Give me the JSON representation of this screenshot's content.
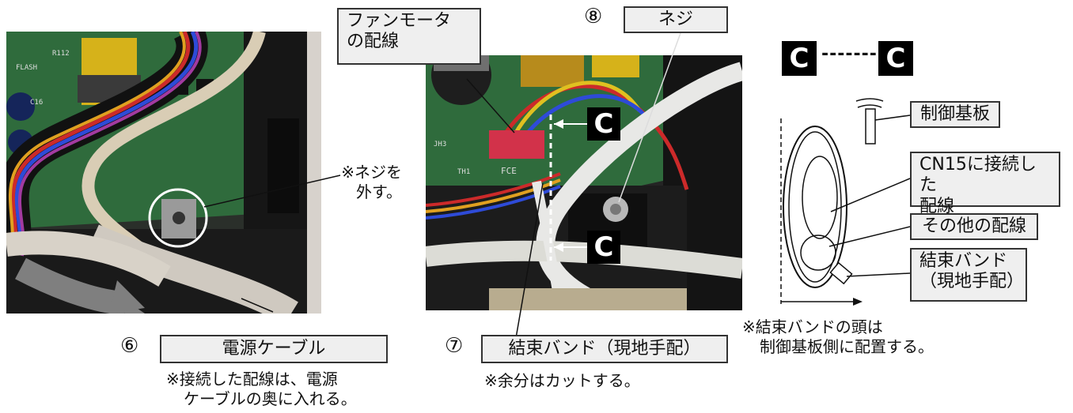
{
  "left": {
    "screw_note": [
      "※ネジを",
      "外す。"
    ],
    "step_number": "⑥",
    "cable_label": "電源ケーブル",
    "cable_note": [
      "※接続した配線は、電源",
      "ケーブルの奥に入れる。"
    ],
    "board_text": [
      "FLASH",
      "R112",
      "C16"
    ]
  },
  "middle": {
    "fan_label": [
      "ファンモータ",
      "の配線"
    ],
    "screw_step_number": "⑧",
    "screw_label": "ネジ",
    "band_step_number": "⑦",
    "band_label": "結束バンド（現地手配）",
    "band_note": "※余分はカットする。",
    "c_marker": "C",
    "board_text": [
      "FCE",
      "TH1",
      "JH3"
    ]
  },
  "right": {
    "c_left": "C",
    "c_right": "C",
    "dashes": "-------",
    "board_label": "制御基板",
    "cn15_label": [
      "CN15に接続した",
      "配線"
    ],
    "other_label": "その他の配線",
    "band_label": [
      "結束バンド",
      "（現地手配）"
    ],
    "note": [
      "※結束バンドの頭は",
      "制御基板側に配置する。"
    ]
  },
  "colors": {
    "pcb_green": "#2f6b3c",
    "arrow_gray": "#7f7f7f",
    "label_bg": "#efefef",
    "marker_black": "#000000"
  }
}
